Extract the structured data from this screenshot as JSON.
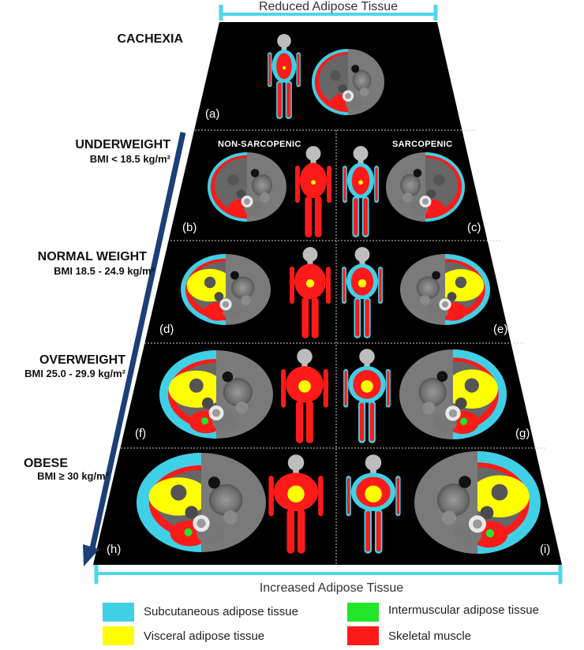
{
  "top_bar": {
    "label": "Reduced Adipose Tissue"
  },
  "bottom_bar": {
    "label": "Increased  Adipose Tissue"
  },
  "columns": {
    "left": "NON-SARCOPENIC",
    "right": "SARCOPENIC"
  },
  "categories": [
    {
      "name": "CACHEXIA",
      "bmi": ""
    },
    {
      "name": "UNDERWEIGHT",
      "bmi": "BMI < 18.5 kg/m²"
    },
    {
      "name": "NORMAL WEIGHT",
      "bmi": "BMI 18.5 - 24.9 kg/m²"
    },
    {
      "name": "OVERWEIGHT",
      "bmi": "BMI 25.0 - 29.9 kg/m²"
    },
    {
      "name": "OBESE",
      "bmi": "BMI ≥ 30 kg/m²"
    }
  ],
  "panels": [
    "(a)",
    "(b)",
    "(c)",
    "(d)",
    "(e)",
    "(f)",
    "(g)",
    "(h)",
    "(i)"
  ],
  "legend": [
    {
      "label": "Subcutaneous adipose tissue",
      "color": "#3fd0e6"
    },
    {
      "label": "Intermuscular adipose tissue",
      "color": "#22e62a"
    },
    {
      "label": "Visceral adipose tissue",
      "color": "#ffff00"
    },
    {
      "label": "Skeletal muscle",
      "color": "#ff1a1a"
    }
  ],
  "colors": {
    "trapezoid": "#000000",
    "bars": "#4ed6ea",
    "arrow": "#1c3f78",
    "silhouette": "#bdbdbd"
  }
}
